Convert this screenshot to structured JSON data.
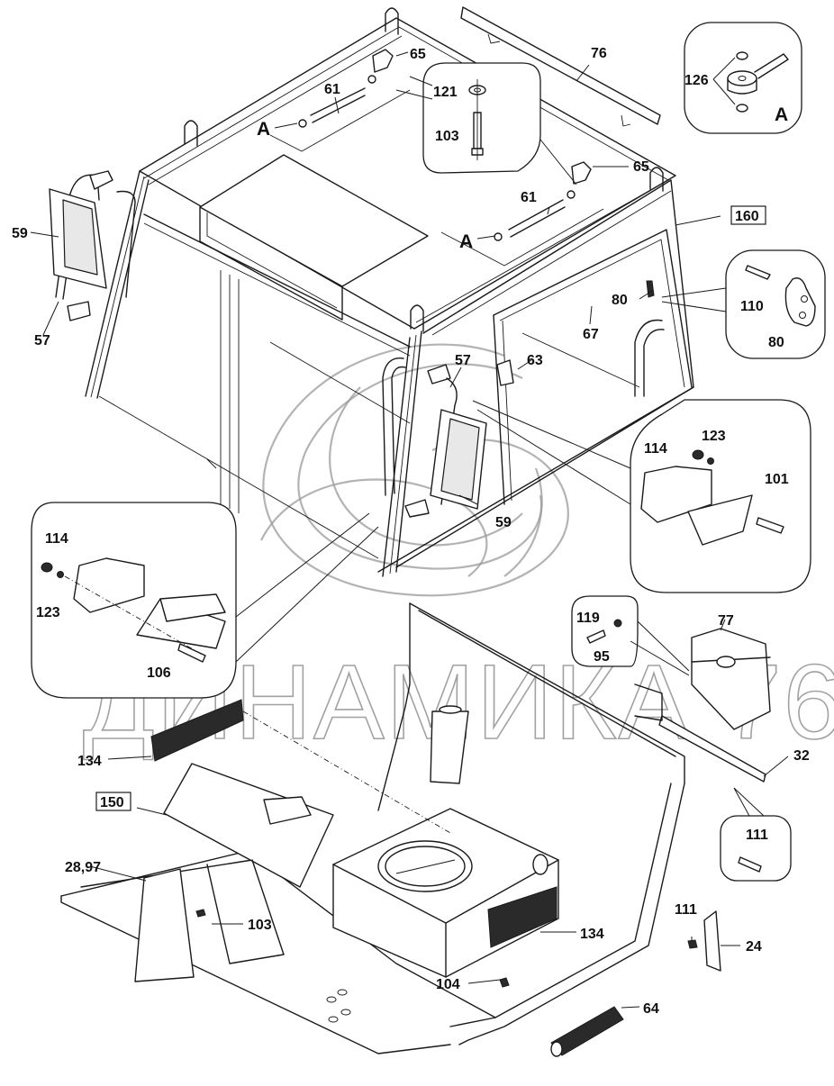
{
  "diagram": {
    "type": "exploded-parts-diagram",
    "subject": "Operator cab assembly",
    "watermark": "ДИНАМИКА 76",
    "detail_marker": "A",
    "part_labels": {
      "p65_top": "65",
      "p61_left": "61",
      "pA_left": "A",
      "p76": "76",
      "p121": "121",
      "p103_detail": "103",
      "p126": "126",
      "pA_detail": "A",
      "p59_left": "59",
      "p57_left": "57",
      "p65_right": "65",
      "p61_right": "61",
      "pA_right": "A",
      "p160": "160",
      "p80_main": "80",
      "p110": "110",
      "p80_detail": "80",
      "p67": "67",
      "p57_center": "57",
      "p63": "63",
      "p59_center": "59",
      "p114_right": "114",
      "p123_right": "123",
      "p101": "101",
      "p114_left": "114",
      "p123_left": "123",
      "p106": "106",
      "p119": "119",
      "p95": "95",
      "p77": "77",
      "p32": "32",
      "p134_left": "134",
      "p150": "150",
      "p111_detail": "111",
      "p2897": "28,97",
      "p103_floor": "103",
      "p134_right": "134",
      "p111_floor": "111",
      "p24": "24",
      "p104": "104",
      "p64": "64"
    },
    "boxed_labels": [
      "160",
      "150"
    ]
  }
}
